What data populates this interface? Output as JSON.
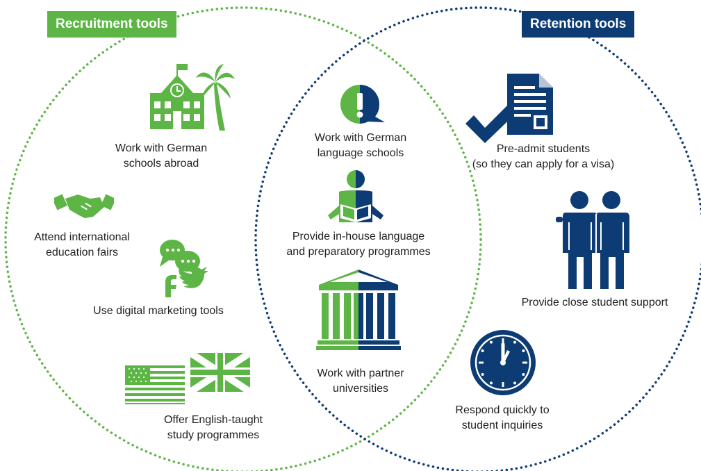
{
  "colors": {
    "green": "#5cb545",
    "navy": "#0d3b73",
    "text": "#222222"
  },
  "recruitment": {
    "title": "Recruitment tools",
    "items": [
      {
        "icon": "school-palm-icon",
        "lines": [
          "Work with German",
          "schools abroad"
        ]
      },
      {
        "icon": "handshake-icon",
        "lines": [
          "Attend international",
          "education fairs"
        ]
      },
      {
        "icon": "social-media-icon",
        "lines": [
          "Use digital marketing tools"
        ]
      },
      {
        "icon": "flags-icon",
        "lines": [
          "Offer English-taught",
          "study programmes"
        ]
      }
    ]
  },
  "overlap": {
    "items": [
      {
        "icon": "speech-exclamation-icon",
        "lines": [
          "Work with German",
          "language schools"
        ]
      },
      {
        "icon": "reading-person-icon",
        "lines": [
          "Provide in-house language",
          "and preparatory programmes"
        ]
      },
      {
        "icon": "university-building-icon",
        "lines": [
          "Work with partner",
          "universities"
        ]
      }
    ]
  },
  "retention": {
    "title": "Retention tools",
    "items": [
      {
        "icon": "checkmark-document-icon",
        "lines": [
          "Pre-admit students",
          "(so they can apply for a visa)"
        ]
      },
      {
        "icon": "two-people-icon",
        "lines": [
          "Provide close student support"
        ]
      },
      {
        "icon": "clock-icon",
        "lines": [
          "Respond quickly to",
          "student inquiries"
        ]
      }
    ]
  }
}
